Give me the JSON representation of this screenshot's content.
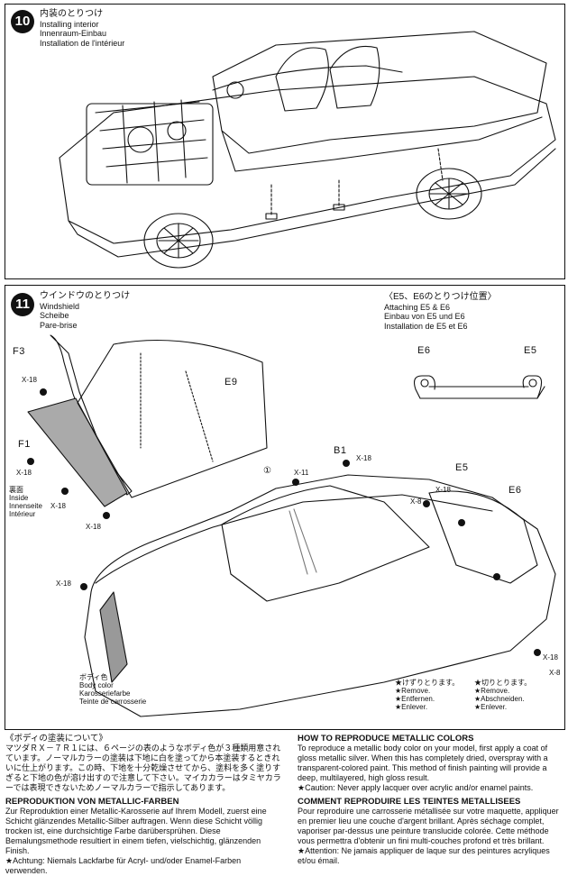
{
  "step10": {
    "number": "10",
    "title_ja": "内装のとりつけ",
    "title_en": "Installing interior",
    "title_de": "Innenraum-Einbau",
    "title_fr": "Installation de l'intérieur"
  },
  "step11": {
    "number": "11",
    "title_ja": "ウインドウのとりつけ",
    "title_en": "Windshield",
    "title_de": "Scheibe",
    "title_fr": "Pare-brise",
    "attach": {
      "title_ja": "〈E5、E6のとりつけ位置〉",
      "en": "Attaching E5 & E6",
      "de": "Einbau von E5 und E6",
      "fr": "Installation de E5 et E6",
      "e6": "E6",
      "e5": "E5"
    },
    "parts": {
      "f3": "F3",
      "f1": "F1",
      "e9": "E9",
      "b1": "B1",
      "e5": "E5",
      "e6": "E6",
      "x18": "X-18",
      "x11": "X-11",
      "x8": "X-8",
      "circle1": "①"
    },
    "inside": {
      "ja": "裏面",
      "en": "Inside",
      "de": "Innenseite",
      "fr": "Intérieur"
    },
    "body_color": {
      "ja": "ボディ色",
      "en": "Body color",
      "de": "Karosseriefarbe",
      "fr": "Teinte de carrosserie"
    },
    "remove": {
      "ja": "★けずりとります。",
      "en": "★Remove.",
      "de": "★Entfernen.",
      "fr": "★Enlever."
    },
    "cut": {
      "ja": "★切りとります。",
      "en": "★Remove.",
      "de": "★Abschneiden.",
      "fr": "★Enlever."
    }
  },
  "notes": {
    "ja_head": "《ボディの塗装について》",
    "ja_body": "マツダＲＸ－７Ｒ１には、６ページの表のようなボディ色が３種類用意されています。ノーマルカラーの塗装は下地に白を塗ってから本塗装するときれいに仕上がります。この時、下地を十分乾燥させてから、塗料を多く塗りすぎると下地の色が溶け出すので注意して下さい。マイカカラーはタミヤカラーでは表現できないためノーマルカラーで指示してあります。",
    "en_head": "HOW TO REPRODUCE METALLIC COLORS",
    "en_body": "To reproduce a metallic body color on your model, first apply a coat of gloss metallic silver. When this has completely dried, overspray with a transparent-colored paint. This method of finish painting will provide a deep, multilayered, high gloss result.",
    "en_caution": "★Caution: Never apply lacquer over acrylic and/or enamel paints.",
    "de_head": "REPRODUKTION VON METALLIC-FARBEN",
    "de_body": "Zur Reproduktion einer Metallic-Karosserie auf Ihrem Modell, zuerst eine Schicht glänzendes Metallic-Silber auftragen. Wenn diese Schicht völlig trocken ist, eine durchsichtige Farbe darübersprühen. Diese Bemalungsmethode resultiert in einem tiefen, vielschichtig, glänzenden Finish.",
    "de_caution": "★Achtung: Niemals Lackfarbe für Acryl- und/oder Enamel-Farben verwenden.",
    "fr_head": "COMMENT REPRODUIRE LES TEINTES METALLISEES",
    "fr_body": "Pour reproduire une carrosserie métallisée sur votre maquette, appliquer en premier lieu une couche d'argent brillant. Après séchage complet, vaporiser par-dessus une peinture translucide colorée. Cette méthode vous permettra d'obtenir un fini multi-couches profond et très brillant.",
    "fr_caution": "★Attention: Ne jamais appliquer de laque sur des peintures acryliques et/ou émail."
  }
}
